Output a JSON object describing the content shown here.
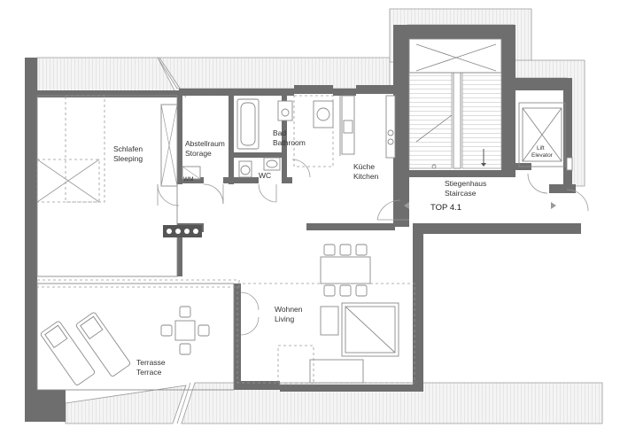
{
  "rooms": {
    "sleeping": {
      "de": "Schlafen",
      "en": "Sleeping"
    },
    "storage": {
      "de": "Abstellraum",
      "en": "Storage"
    },
    "bathroom": {
      "de": "Bad",
      "en": "Bathroom"
    },
    "wc": {
      "label": "WC"
    },
    "kitchen": {
      "de": "Küche",
      "en": "Kitchen"
    },
    "staircase": {
      "de": "Stiegenhaus",
      "en": "Staircase"
    },
    "living": {
      "de": "Wohnen",
      "en": "Living"
    },
    "terrace": {
      "de": "Terrasse",
      "en": "Terrace"
    }
  },
  "fixtures": {
    "washing_machine": "WM",
    "lift": {
      "line1": "Lift",
      "line2": "Elevator"
    }
  },
  "unit_label": "TOP 4.1",
  "colors": {
    "wall": "#6e6e6e",
    "line": "#8a8a8a",
    "background": "#ffffff"
  }
}
